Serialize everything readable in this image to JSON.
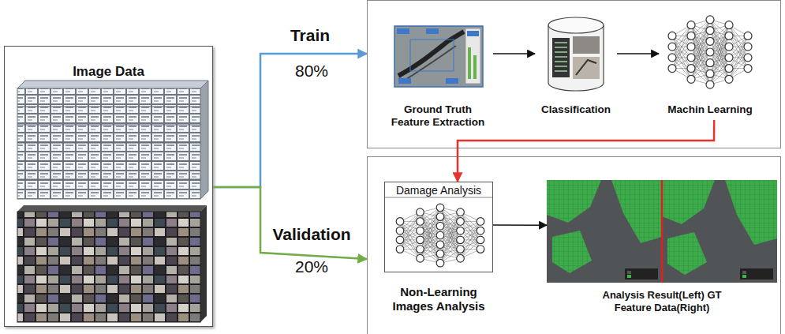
{
  "diagram": {
    "nodes": [
      {
        "text": [
          "Image Data"
        ]
      },
      {
        "text": []
      },
      {
        "text": [
          "Ground Truth Feature Extraction"
        ],
        "in": 1
      },
      {
        "text": [
          "Classification"
        ],
        "in": 1
      },
      {
        "text": [
          "Machin Learning"
        ],
        "in": 1
      },
      {
        "text": []
      },
      {
        "text": [
          "Damage Analysis",
          "Non-Learning Images Analysis"
        ],
        "in": 5
      },
      {
        "text": [
          "Analysis Result(Left) GT Feature Data(Right)"
        ],
        "in": 5
      }
    ],
    "edges": [
      {
        "from": 0,
        "to": 1,
        "label": "Train",
        "arrow": "to"
      },
      {
        "from": 0,
        "to": 5,
        "label": "Validation",
        "arrow": "to"
      },
      {
        "from": 2,
        "to": 3,
        "arrow": "to"
      },
      {
        "from": 3,
        "to": 4,
        "arrow": "to"
      },
      {
        "from": 4,
        "to": 6,
        "arrow": "to"
      },
      {
        "from": 6,
        "to": 7,
        "arrow": "to"
      }
    ],
    "labels": [
      "80%",
      "20%"
    ]
  }
}
